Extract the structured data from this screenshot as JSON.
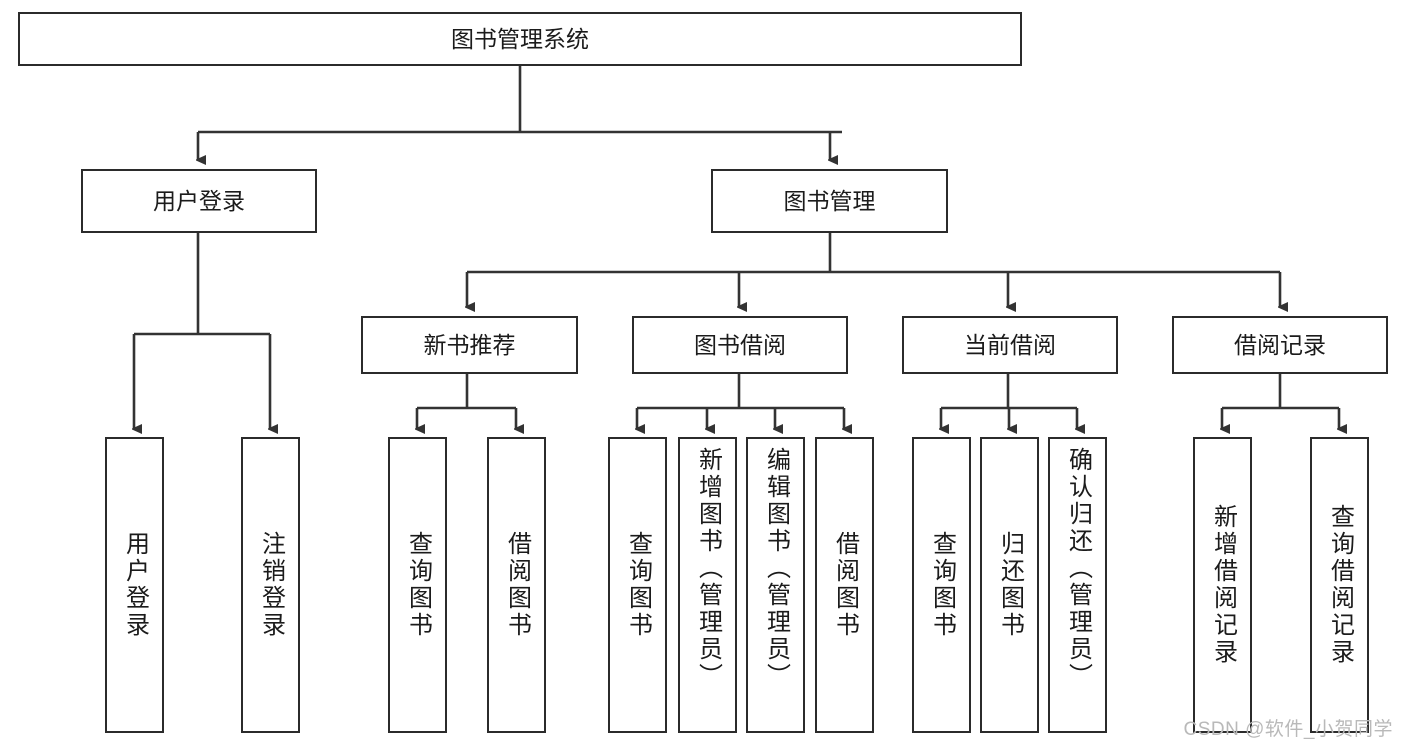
{
  "diagram": {
    "title": "图书管理系统",
    "type": "tree-hierarchy",
    "watermark": "CSDN @软件_小贺同学",
    "colors": {
      "background": "#ffffff",
      "box_border": "#2b2b2b",
      "box_fill": "#ffffff",
      "connector": "#333333",
      "text": "#1b1b1b",
      "watermark": "#b9b9b9"
    },
    "root": {
      "label": "图书管理系统"
    },
    "level2": [
      {
        "label": "用户登录"
      },
      {
        "label": "图书管理"
      }
    ],
    "level3": [
      {
        "label": "新书推荐"
      },
      {
        "label": "图书借阅"
      },
      {
        "label": "当前借阅"
      },
      {
        "label": "借阅记录"
      }
    ],
    "leaves": {
      "user_login": [
        {
          "label": "用户登录"
        },
        {
          "label": "注销登录"
        }
      ],
      "new_book_recommend": [
        {
          "label": "查询图书"
        },
        {
          "label": "借阅图书"
        }
      ],
      "book_borrow": [
        {
          "label": "查询图书"
        },
        {
          "label": "新增图书（管理员）"
        },
        {
          "label": "编辑图书（管理员）"
        },
        {
          "label": "借阅图书"
        }
      ],
      "current_borrow": [
        {
          "label": "查询图书"
        },
        {
          "label": "归还图书"
        },
        {
          "label": "确认归还（管理员）"
        }
      ],
      "borrow_record": [
        {
          "label": "新增借阅记录"
        },
        {
          "label": "查询借阅记录"
        }
      ]
    }
  }
}
